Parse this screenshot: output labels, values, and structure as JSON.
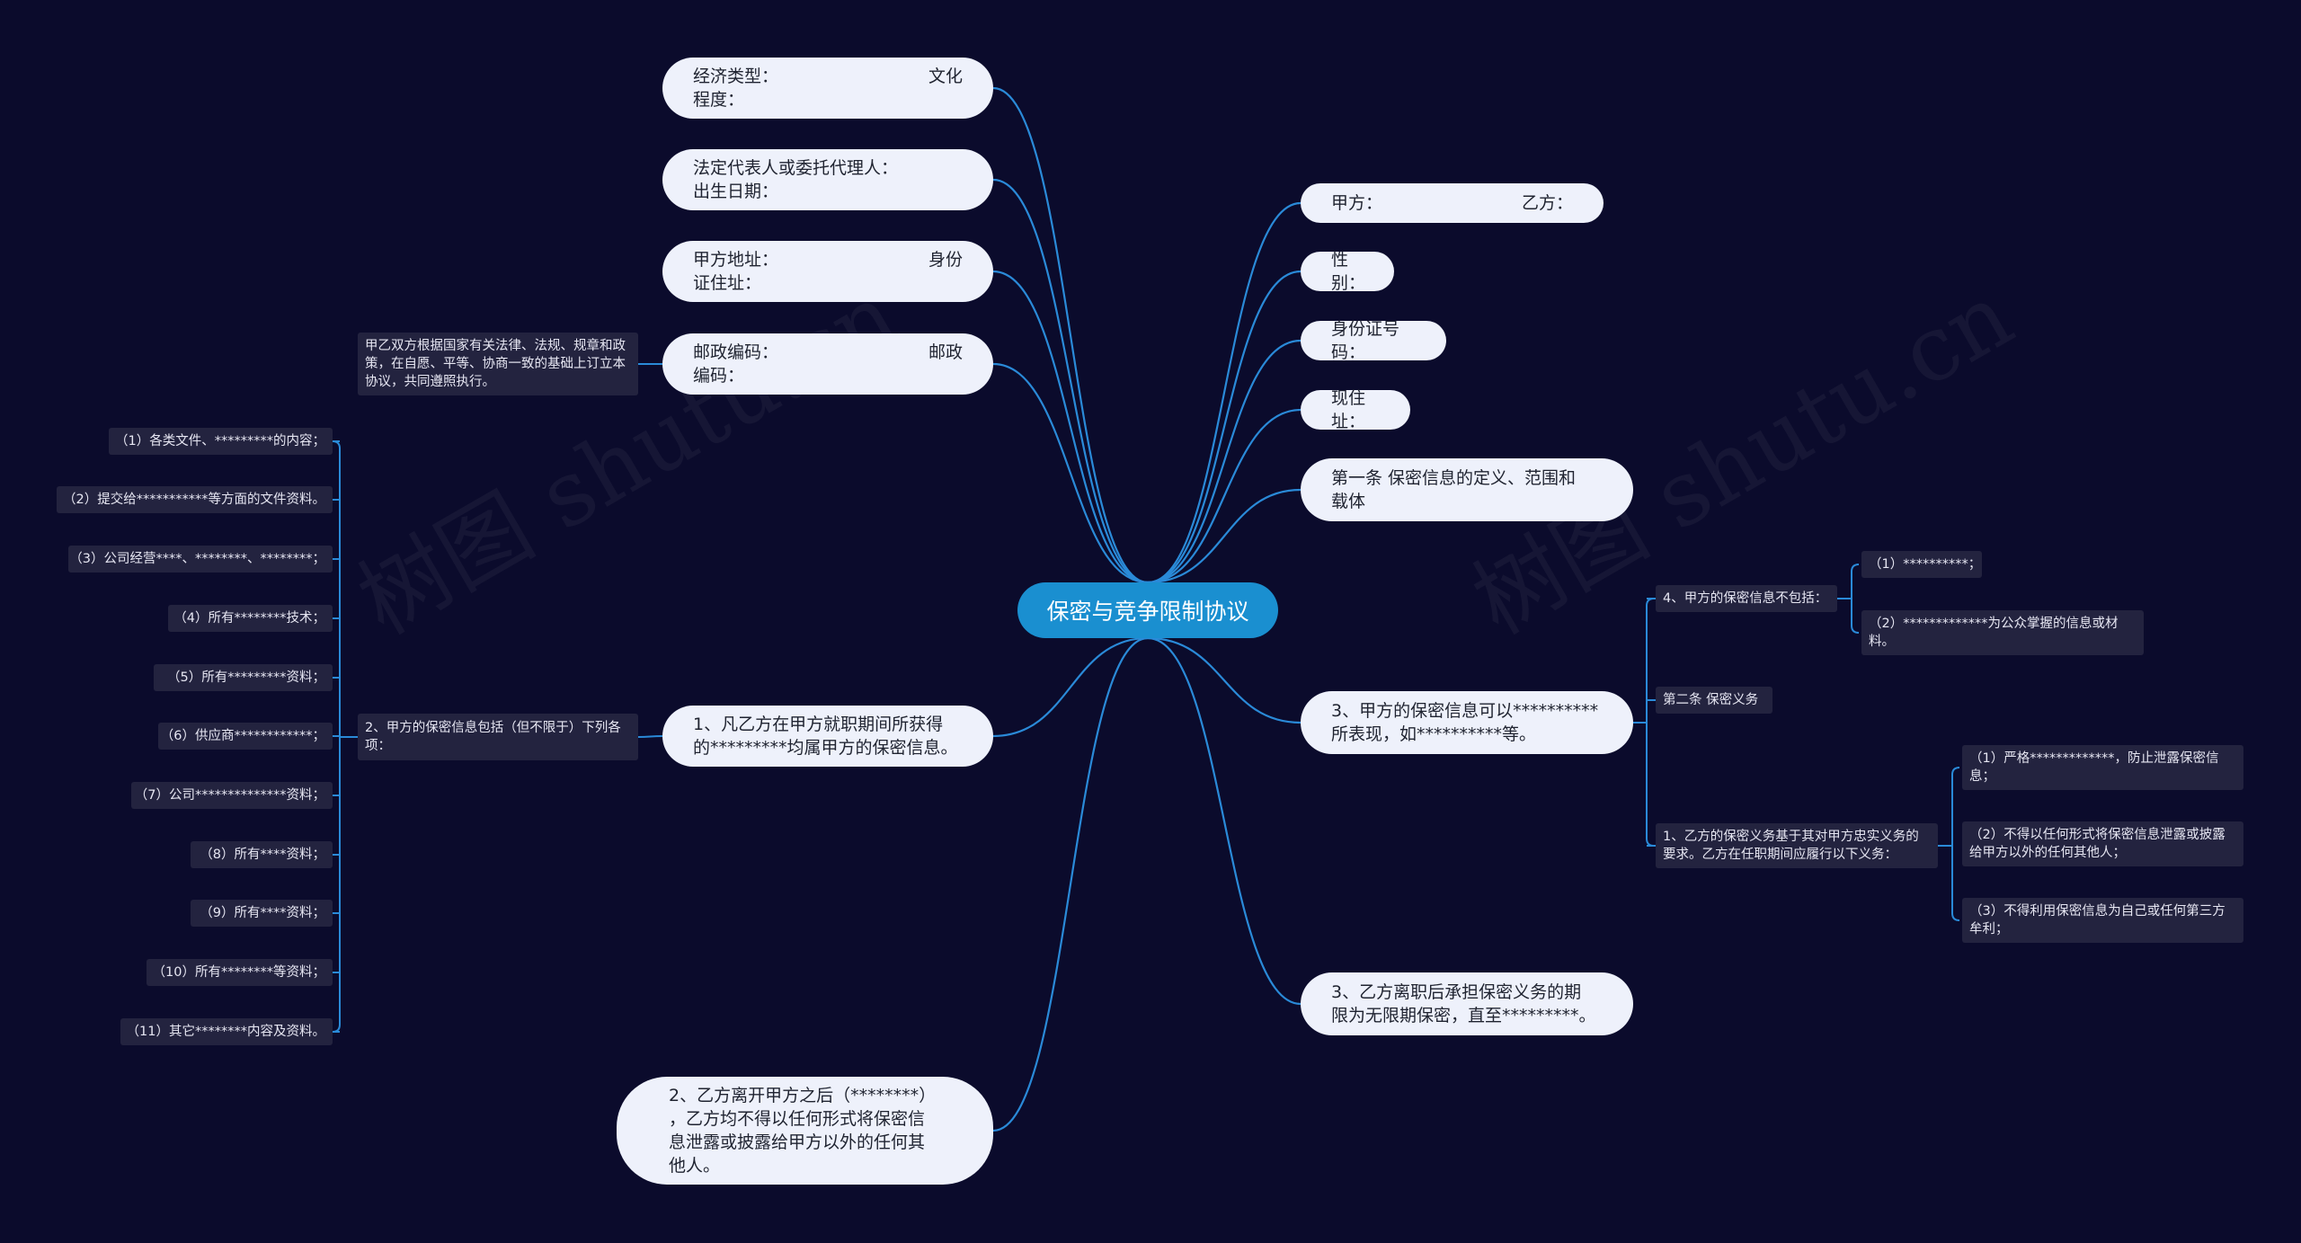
{
  "watermark": "树图 shutu.cn",
  "root": "保密与竞争限制协议",
  "left": {
    "economy": {
      "a": "经济类型：",
      "b": "文化",
      "c": "程度："
    },
    "legal": {
      "a": "法定代表人或委托代理人：",
      "b": " 出生日期："
    },
    "address": {
      "a": "甲方地址：",
      "b": "身份",
      "c": "证住址："
    },
    "postal": {
      "a": "邮政编码：",
      "b": "邮政",
      "c": "编码："
    },
    "clause1": {
      "a": "1、凡乙方在甲方就职期间所获得",
      "b": "的*********均属甲方的保密信息。"
    },
    "clause2": {
      "a": "2、乙方离开甲方之后（********）",
      "b": "，乙方均不得以任何形式将保密信",
      "c": "息泄露或披露给甲方以外的任何其",
      "d": "他人。"
    },
    "basis": "甲乙双方根据国家有关法律、法规、规章和政策，在自愿、平等、协商一致的基础上订立本协议，共同遵照执行。",
    "scope": "2、甲方的保密信息包括（但不限于）下列各项：",
    "items": [
      "（1）各类文件、*********的内容；",
      "（2）提交给***********等方面的文件资料。",
      "（3）公司经营****、********、********；",
      "（4）所有********技术；",
      "（5）所有*********资料；",
      "（6）供应商************；",
      "（7）公司**************资料；",
      "（8）所有****资料；",
      "（9）所有****资料；",
      "（10）所有********等资料；",
      "（11）其它********内容及资料。"
    ]
  },
  "right": {
    "partyA": "甲方：",
    "partyB": "乙方：",
    "gender": "性别：",
    "idno": "身份证号码：",
    "address": "现住址：",
    "article1": {
      "a": "第一条  保密信息的定义、范围和",
      "b": "载体"
    },
    "clause3a": {
      "a": "3、甲方的保密信息可以**********",
      "b": "所表现，如**********等。"
    },
    "clause3b": {
      "a": "3、乙方离职后承担保密义务的期",
      "b": "限为无限期保密，直至*********。"
    },
    "article2": "第二条  保密义务",
    "excl": "4、甲方的保密信息不包括：",
    "excl1": "（1）**********；",
    "excl2": "（2）*************为公众掌握的信息或材料。",
    "duty": "1、乙方的保密义务基于其对甲方忠实义务的要求。乙方在任职期间应履行以下义务：",
    "duty1": "（1）严格*************，防止泄露保密信息；",
    "duty2": "（2）不得以任何形式将保密信息泄露或披露给甲方以外的任何其他人；",
    "duty3": "（3）不得利用保密信息为自己或任何第三方牟利；"
  },
  "colors": {
    "background": "#0b0b2c",
    "root": "#1a8fd0",
    "link": "#2a8ad8",
    "node": "#eef1fb",
    "small": "#23233f"
  }
}
